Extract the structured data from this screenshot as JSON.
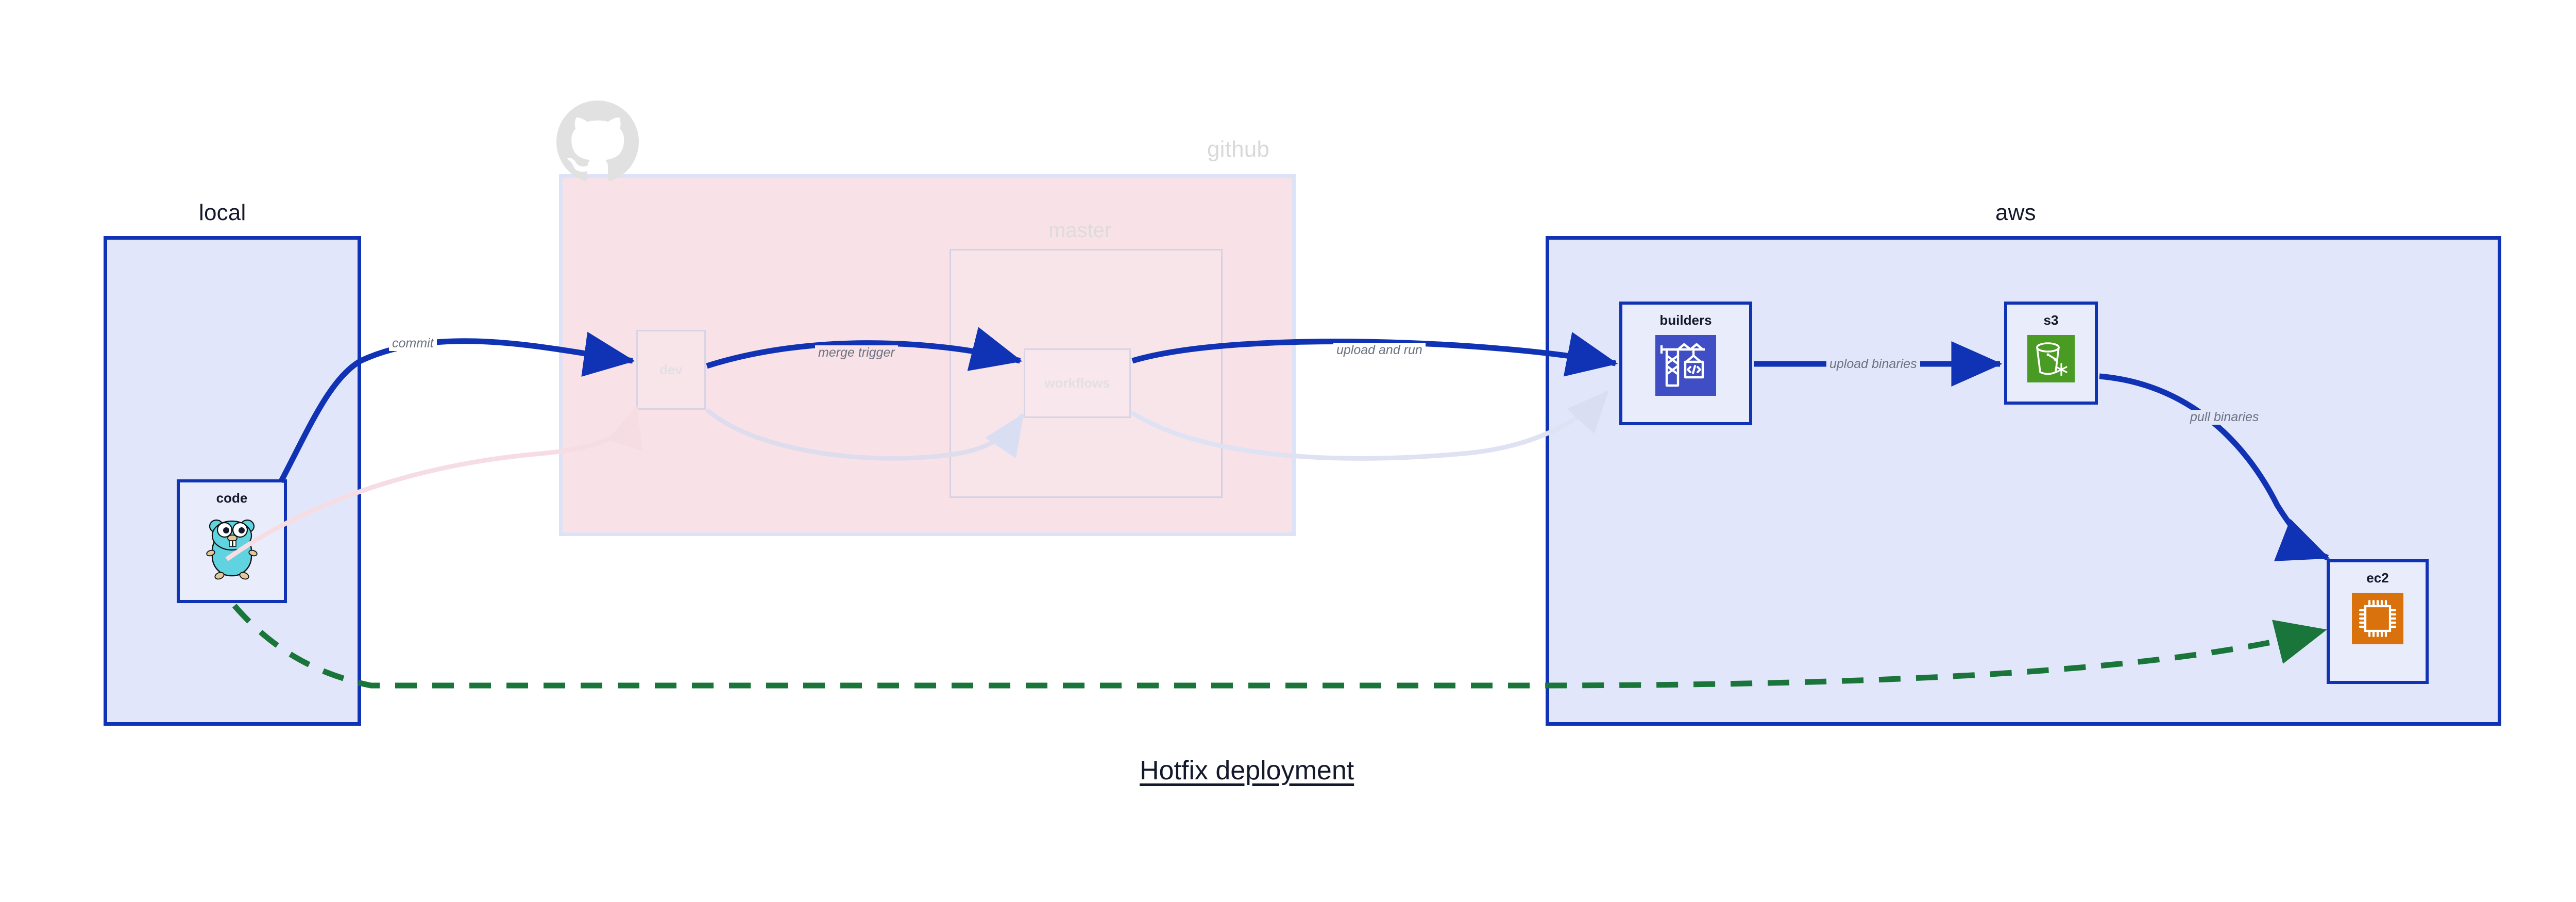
{
  "diagram": {
    "title": "Hotfix deployment"
  },
  "groups": {
    "local": {
      "label": "local"
    },
    "github": {
      "label": "github",
      "logo_icon": "github-octocat-icon"
    },
    "aws": {
      "label": "aws"
    }
  },
  "subgroups": {
    "master": {
      "label": "master"
    }
  },
  "nodes": {
    "code": {
      "label": "code",
      "icon": "golang-gopher-icon"
    },
    "dev": {
      "label": "dev",
      "icon": "none"
    },
    "workflows": {
      "label": "workflows",
      "icon": "none"
    },
    "builders": {
      "label": "builders",
      "icon": "aws-codebuild-crane-icon"
    },
    "s3": {
      "label": "s3",
      "icon": "aws-s3-bucket-icon"
    },
    "ec2": {
      "label": "ec2",
      "icon": "aws-ec2-cpu-chip-icon"
    }
  },
  "edges": [
    {
      "id": "commit",
      "label": "commit",
      "from": "code",
      "to": "dev",
      "style": "solid",
      "color": "#1032b4"
    },
    {
      "id": "merge-trigger",
      "label": "merge trigger",
      "from": "dev",
      "to": "workflows",
      "style": "solid",
      "color": "#1032b4"
    },
    {
      "id": "upload-and-run",
      "label": "upload and run",
      "from": "workflows",
      "to": "builders",
      "style": "solid",
      "color": "#1032b4"
    },
    {
      "id": "upload-binaries",
      "label": "upload binaries",
      "from": "builders",
      "to": "s3",
      "style": "solid",
      "color": "#1032b4"
    },
    {
      "id": "pull-binaries",
      "label": "pull binaries",
      "from": "s3",
      "to": "ec2",
      "style": "solid",
      "color": "#1032b4"
    },
    {
      "id": "hotfix",
      "label": "",
      "from": "code",
      "to": "ec2",
      "style": "dashed",
      "color": "#19753a"
    }
  ],
  "colors": {
    "accent_blue": "#1032b4",
    "group_blue_fill": "#e2e6fa",
    "group_pink_fill": "#f8e2e8",
    "node_fill": "#e9edfb",
    "hotfix_green": "#19753a",
    "s3_green": "#4a9b23",
    "builders_indigo": "#3f4ec4",
    "ec2_orange": "#d9720d",
    "gopher_cyan": "#5fd3e0",
    "ghost_gray": "#dedbdb"
  }
}
